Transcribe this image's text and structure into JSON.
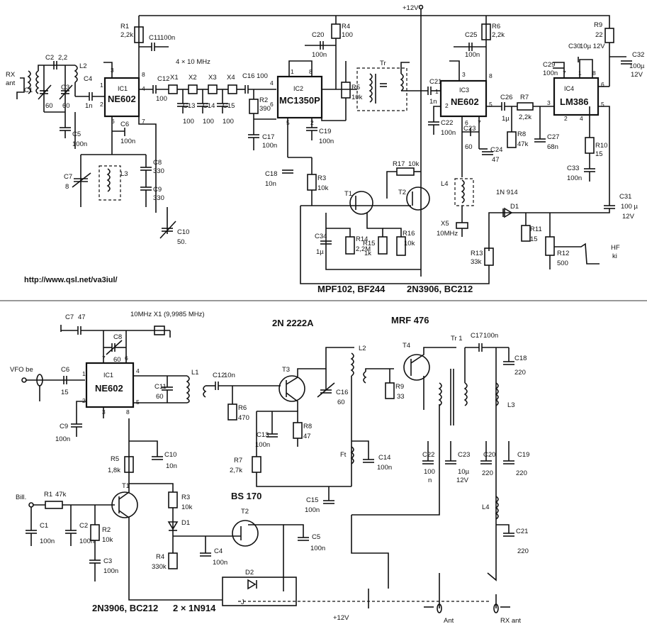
{
  "url": "http://www.qsl.net/va3iul/",
  "top": {
    "supply": "+12V",
    "rx_ant": [
      "RX",
      "ant"
    ],
    "hf_ki": [
      "HF",
      "ki"
    ],
    "ic1": {
      "ref": "IC1",
      "part": "NE602"
    },
    "ic2": {
      "ref": "IC2",
      "part": "MC1350P"
    },
    "ic3": {
      "ref": "IC3",
      "part": "NE602"
    },
    "ic4": {
      "ref": "IC4",
      "part": "LM386"
    },
    "crystal_note": "4 × 10 MHz",
    "x_labels": [
      "X1",
      "X2",
      "X3",
      "X4"
    ],
    "x5": [
      "X5",
      "10MHz"
    ],
    "tr": "Tr",
    "diode": "1N 914",
    "d1": "D1",
    "t1": "T1",
    "t2": "T2",
    "fet_types": "MPF102, BF244",
    "pnp_types": "2N3906, BC212",
    "components": {
      "R1": [
        "R1",
        "2,2k"
      ],
      "C11": [
        "C11",
        "100n"
      ],
      "C1": [
        "C1",
        "60"
      ],
      "C2": [
        "C2",
        "2,2"
      ],
      "C3": [
        "C3",
        "60"
      ],
      "L2": [
        "L2"
      ],
      "C4": [
        "C4",
        "1n"
      ],
      "C5": [
        "C5",
        "100n"
      ],
      "C6": [
        "C6",
        "100n"
      ],
      "C7": [
        "C7",
        "8"
      ],
      "L3": [
        "L3"
      ],
      "C8": [
        "C8",
        "330"
      ],
      "C9": [
        "C9",
        "330"
      ],
      "C10": [
        "C10",
        "50."
      ],
      "C12": [
        "C12",
        "100"
      ],
      "C13": [
        "C13",
        "100"
      ],
      "C14": [
        "C14",
        "100"
      ],
      "C15": [
        "C15",
        "100"
      ],
      "C16": [
        "C16",
        "100"
      ],
      "R2": [
        "R2",
        "390"
      ],
      "C17": [
        "C17",
        "100n"
      ],
      "C18": [
        "C18",
        "10n"
      ],
      "R3": [
        "R3",
        "10k"
      ],
      "C20": [
        "C20",
        "100n"
      ],
      "R4": [
        "R4",
        "100"
      ],
      "R5": [
        "R5",
        "10k"
      ],
      "C19": [
        "C19",
        "100n"
      ],
      "R17": [
        "R17",
        "10k"
      ],
      "C34": [
        "C34",
        "1µ"
      ],
      "R14": [
        "R14",
        "2,2M"
      ],
      "R15": [
        "R15",
        "1k"
      ],
      "R16": [
        "R16",
        "10k"
      ],
      "C25": [
        "C25",
        "100n"
      ],
      "R6": [
        "R6",
        "2,2k"
      ],
      "C21": [
        "C21",
        "1n"
      ],
      "C22": [
        "C22",
        "100n"
      ],
      "C23": [
        "C23",
        "60"
      ],
      "C24": [
        "C24",
        "47"
      ],
      "L4": [
        "L4"
      ],
      "C26": [
        "C26",
        "1µ"
      ],
      "R7": [
        "R7",
        "2,2k"
      ],
      "R8": [
        "R8",
        "47k"
      ],
      "C27": [
        "C27",
        "68n"
      ],
      "R9": [
        "R9",
        "22"
      ],
      "C29": [
        "C29",
        "100n"
      ],
      "C30": [
        "C30",
        "10µ 12V"
      ],
      "C32": [
        "C32",
        "100µ",
        "12V"
      ],
      "R10": [
        "R10",
        "15"
      ],
      "C33": [
        "C33",
        "100n"
      ],
      "C31": [
        "C31",
        "100 µ",
        "12V"
      ],
      "R11": [
        "R11",
        "15"
      ],
      "R12": [
        "R12",
        "500"
      ],
      "R13": [
        "R13",
        "33k"
      ]
    }
  },
  "bottom": {
    "vfo": "VFO be",
    "crystal": "10MHz X1 (9,9985 MHz)",
    "bill": "Bill.",
    "ic1": {
      "ref": "IC1",
      "part": "NE602"
    },
    "t3_type": "2N 2222A",
    "t4_type": "MRF 476",
    "t2_type": "BS 170",
    "t1_types": "2N3906, BC212",
    "diodes": "2 × 1N914",
    "supply": "+12V",
    "ant": "Ant",
    "rx_ant": "RX ant",
    "tr1": "Tr 1",
    "ft": "Ft",
    "T1": "T1",
    "T2": "T2",
    "T3": "T3",
    "T4": "T4",
    "D1": "D1",
    "D2": "D2",
    "components": {
      "C7": [
        "C7",
        "47"
      ],
      "C8": [
        "C8",
        "60"
      ],
      "C6": [
        "C6",
        "15"
      ],
      "C9": [
        "C9",
        "100n"
      ],
      "C11": [
        "C11",
        "60"
      ],
      "L1": [
        "L1"
      ],
      "C12": [
        "C12",
        "10n"
      ],
      "R6": [
        "R6",
        "470"
      ],
      "C13": [
        "C13",
        "100n"
      ],
      "R8": [
        "R8",
        "47"
      ],
      "R7": [
        "R7",
        "2,7k"
      ],
      "C16": [
        "C16",
        "60"
      ],
      "L2": [
        "L2"
      ],
      "R9": [
        "R9",
        "33"
      ],
      "C14": [
        "C14",
        "100n"
      ],
      "C15": [
        "C15",
        "100n"
      ],
      "C17": [
        "C17",
        "100n"
      ],
      "C18": [
        "C18",
        "220"
      ],
      "L3": [
        "L3"
      ],
      "C22": [
        "C22",
        "100",
        "n"
      ],
      "C23": [
        "C23",
        "10µ",
        "12V"
      ],
      "C20": [
        "C20",
        "220"
      ],
      "C19": [
        "C19",
        "220"
      ],
      "L4": [
        "L4"
      ],
      "C21": [
        "C21",
        "220"
      ],
      "R5": [
        "R5",
        "1,8k"
      ],
      "C10": [
        "C10",
        "10n"
      ],
      "R1": [
        "R1",
        "47k"
      ],
      "C1": [
        "C1",
        "100n"
      ],
      "C2": [
        "C2",
        "100n"
      ],
      "R2": [
        "R2",
        "10k"
      ],
      "C3": [
        "C3",
        "100n"
      ],
      "R3": [
        "R3",
        "10k"
      ],
      "R4": [
        "R4",
        "330k"
      ],
      "C4": [
        "C4",
        "100n"
      ],
      "C5": [
        "C5",
        "100n"
      ]
    }
  }
}
